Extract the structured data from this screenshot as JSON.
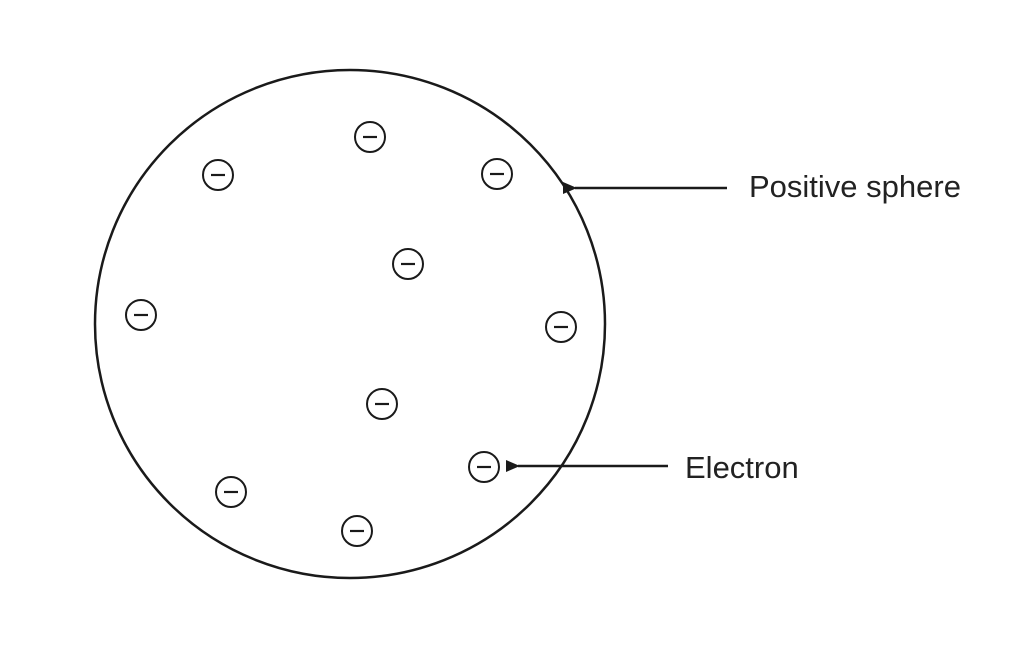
{
  "labels": {
    "positive_sphere": "Positive sphere",
    "electron": "Electron"
  },
  "electron_count": 10,
  "colors": {
    "stroke": "#1a1a1a",
    "text": "#222222"
  }
}
